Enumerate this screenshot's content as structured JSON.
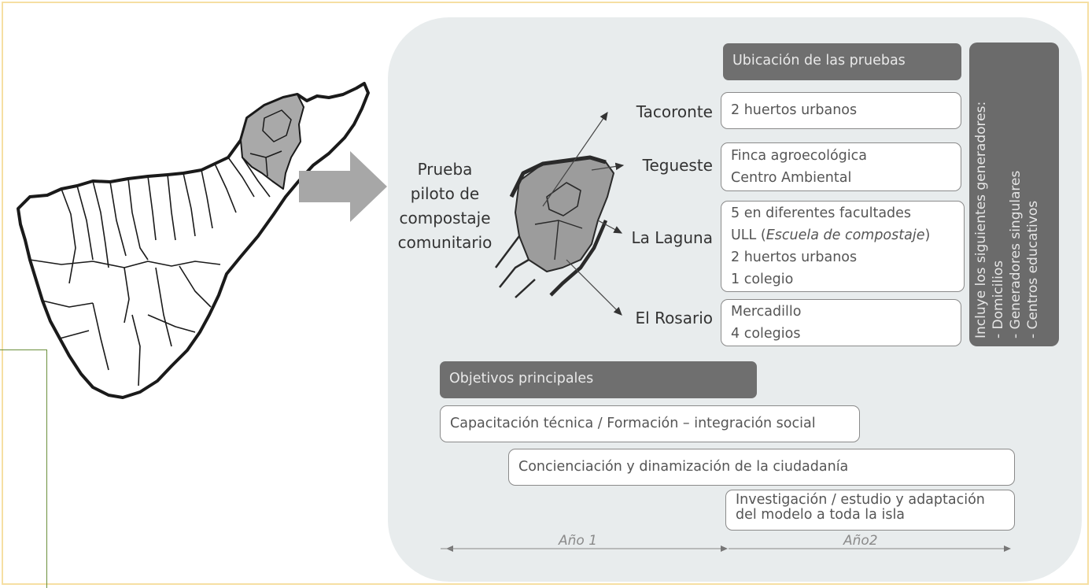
{
  "center_title": [
    "Prueba",
    "piloto de",
    "compostaje",
    "comunitario"
  ],
  "towns": [
    "Tacoronte",
    "Tegueste",
    "La Laguna",
    "El Rosario"
  ],
  "locations_header": "Ubicación de las pruebas",
  "locations": {
    "tacoronte": [
      "2 huertos urbanos"
    ],
    "tegueste": [
      "Finca agroecológica",
      "Centro Ambiental"
    ],
    "la_laguna": {
      "line1": "5 en diferentes facultades",
      "line2_prefix": "ULL (",
      "line2_italic": "Escuela de compostaje",
      "line2_suffix": ")",
      "line3": "2 huertos urbanos",
      "line4": "1 colegio"
    },
    "el_rosario": [
      "Mercadillo",
      "4 colegios"
    ]
  },
  "generators": {
    "title": "Incluye los siguientes generadores:",
    "items": [
      "-    Domicilios",
      "-    Generadores  singulares",
      "-    Centros educativos"
    ]
  },
  "objectives_header": "Objetivos principales",
  "objectives": [
    "Capacitación técnica / Formación – integración social",
    "Concienciación y dinamización de la ciudadanía",
    "Investigación / estudio y  adaptación",
    "del modelo a toda la isla"
  ],
  "years": [
    "Año 1",
    "Año2"
  ],
  "colors": {
    "panel": "#e8eced",
    "header": "#6f6f6f",
    "highlight": "#a9a9a9",
    "frame": "#f6dfa3"
  }
}
